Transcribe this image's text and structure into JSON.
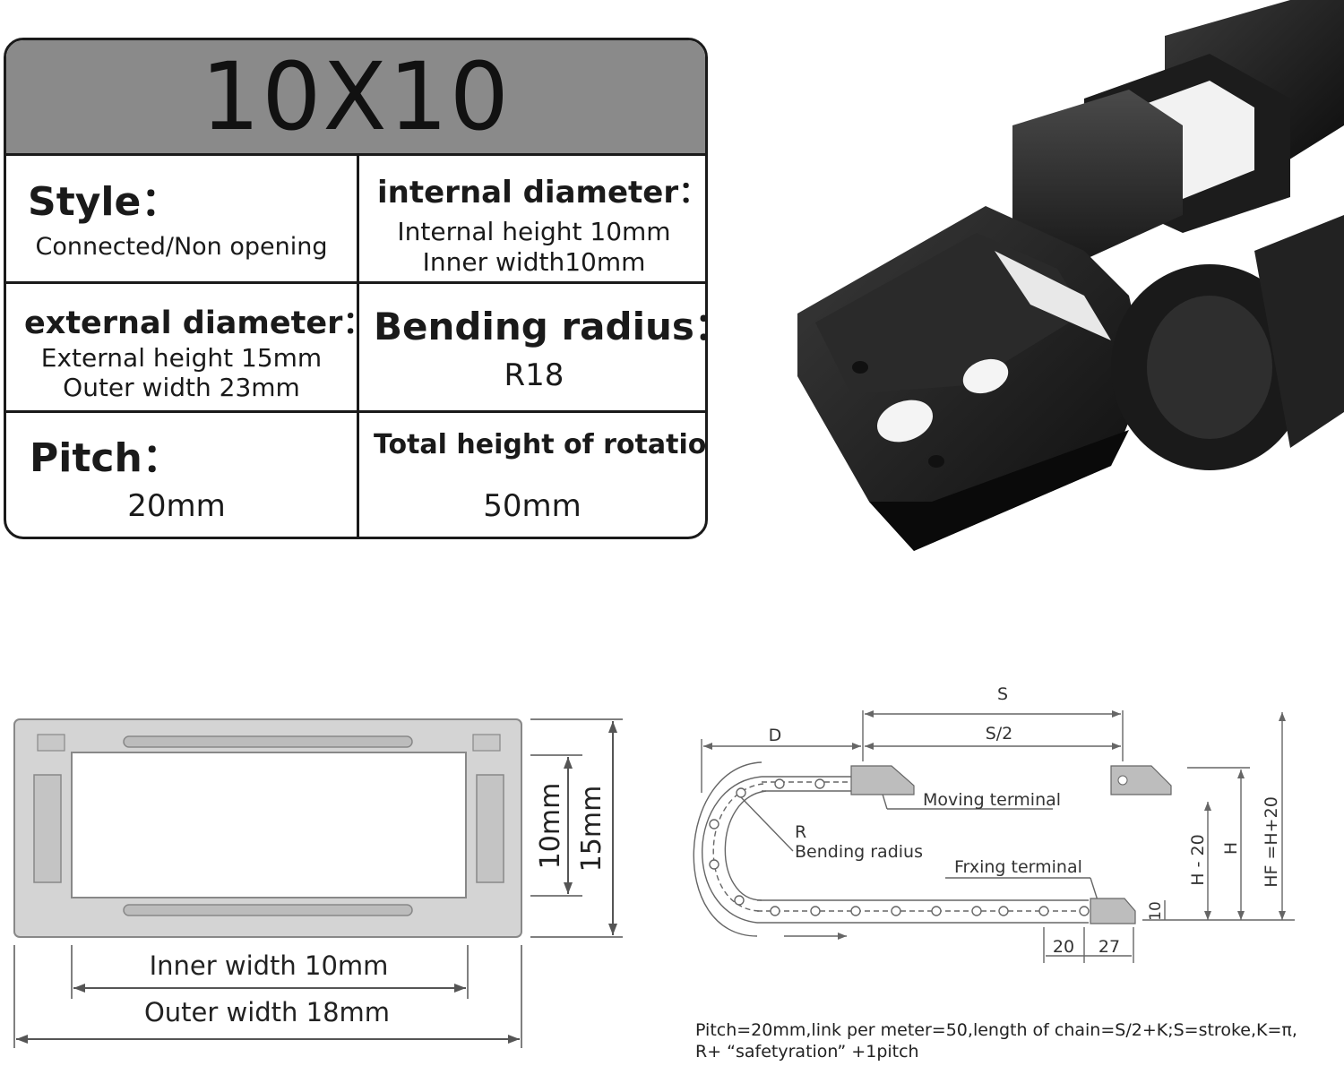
{
  "header": {
    "title": "10X10"
  },
  "specs": {
    "style_label": "Style：",
    "style_value": "Connected/Non opening",
    "internal_label": "internal diameter：",
    "internal_value_1": "Internal height 10mm",
    "internal_value_2": "Inner width10mm",
    "external_label": "external diameter：",
    "external_value_1": "External height 15mm",
    "external_value_2": "Outer width 23mm",
    "bending_label": "Bending radius：",
    "bending_value": "R18",
    "pitch_label": "Pitch：",
    "pitch_value": "20mm",
    "rotation_label": "Total height of rotation:",
    "rotation_value": "50mm"
  },
  "cross_section": {
    "inner_height": "10mm",
    "outer_height": "15mm",
    "inner_width": "Inner width 10mm",
    "outer_width": "Outer width 18mm"
  },
  "chain_diagram": {
    "s": "S",
    "s_half": "S/2",
    "d": "D",
    "moving_terminal": "Moving terminal",
    "r": "R",
    "bending_radius": "Bending radius",
    "fixing_terminal": "Frxing terminal",
    "h_minus": "H - 20",
    "h": "H",
    "hf": "HF =H+20",
    "ten": "10",
    "twenty": "20",
    "twenty_seven": "27"
  },
  "caption": {
    "line1": "Pitch=20mm,link per meter=50,length of chain=S/2+K;S=stroke,K=π,",
    "line2": "R+ “safetyration” +1pitch"
  }
}
